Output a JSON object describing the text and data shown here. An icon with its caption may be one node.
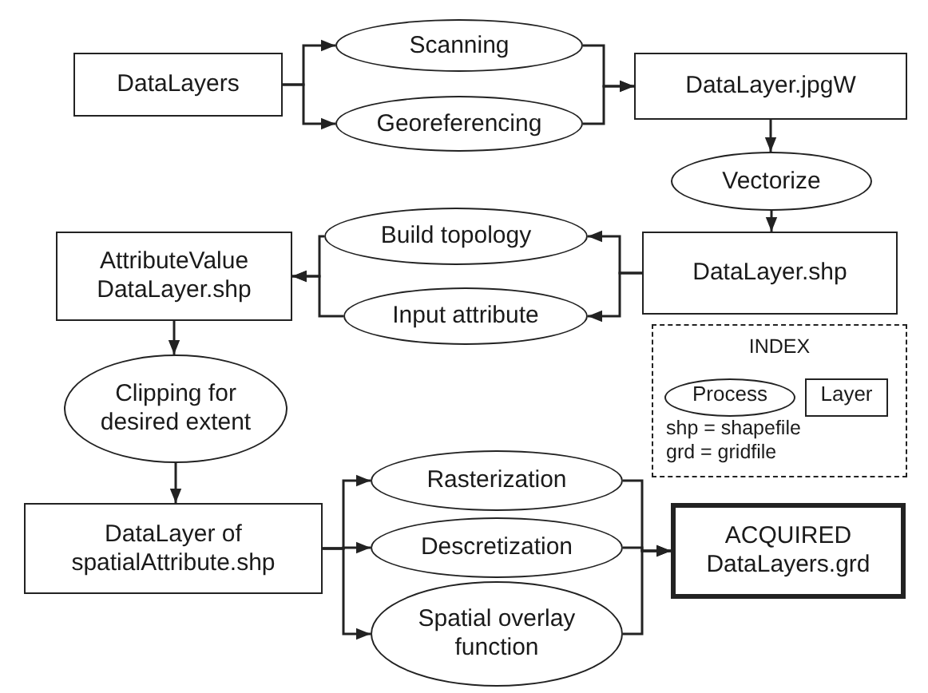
{
  "diagram": {
    "nodes": [
      {
        "text": [
          "DataLayers"
        ]
      },
      {
        "text": [
          "Scanning"
        ]
      },
      {
        "text": [
          "Georeferencing"
        ]
      },
      {
        "text": [
          "DataLayer.jpgW"
        ]
      },
      {
        "text": [
          "Vectorize"
        ]
      },
      {
        "text": [
          "DataLayer.shp"
        ]
      },
      {
        "text": [
          "Build topology"
        ]
      },
      {
        "text": [
          "Input attribute"
        ]
      },
      {
        "text": [
          "AttributeValue DataLayer.shp"
        ]
      },
      {
        "text": [
          "Clipping for desired extent"
        ]
      },
      {
        "text": [
          "INDEX",
          "shp = shapefile",
          "grd = gridfile"
        ]
      },
      {
        "text": [
          "Process"
        ],
        "in": 10
      },
      {
        "text": [
          "Layer"
        ],
        "in": 10
      },
      {
        "text": [
          "DataLayer of spatialAttribute.shp"
        ]
      },
      {
        "text": [
          "Rasterization"
        ]
      },
      {
        "text": [
          "Descretization"
        ]
      },
      {
        "text": [
          "Spatial overlay function"
        ]
      },
      {
        "text": [
          "ACQUIRED DataLayers.grd"
        ]
      }
    ],
    "edges": [
      {
        "from": 0,
        "to": 1,
        "arrow": "to"
      },
      {
        "from": 0,
        "to": 2,
        "arrow": "to"
      },
      {
        "from": 1,
        "to": 3,
        "arrow": "to"
      },
      {
        "from": 2,
        "to": 3,
        "arrow": "to"
      },
      {
        "from": 3,
        "to": 4,
        "arrow": "to"
      },
      {
        "from": 4,
        "to": 5,
        "arrow": "to"
      },
      {
        "from": 5,
        "to": 6,
        "arrow": "to"
      },
      {
        "from": 5,
        "to": 7,
        "arrow": "to"
      },
      {
        "from": 6,
        "to": 8,
        "arrow": "to"
      },
      {
        "from": 7,
        "to": 8,
        "arrow": "to"
      },
      {
        "from": 8,
        "to": 9,
        "arrow": "to"
      },
      {
        "from": 9,
        "to": 13,
        "arrow": "to"
      },
      {
        "from": 13,
        "to": 14,
        "arrow": "to"
      },
      {
        "from": 13,
        "to": 15,
        "arrow": "to"
      },
      {
        "from": 13,
        "to": 16,
        "arrow": "to"
      },
      {
        "from": 14,
        "to": 17,
        "arrow": "to"
      },
      {
        "from": 15,
        "to": 17,
        "arrow": "to"
      },
      {
        "from": 16,
        "to": 17,
        "arrow": "to"
      }
    ]
  }
}
